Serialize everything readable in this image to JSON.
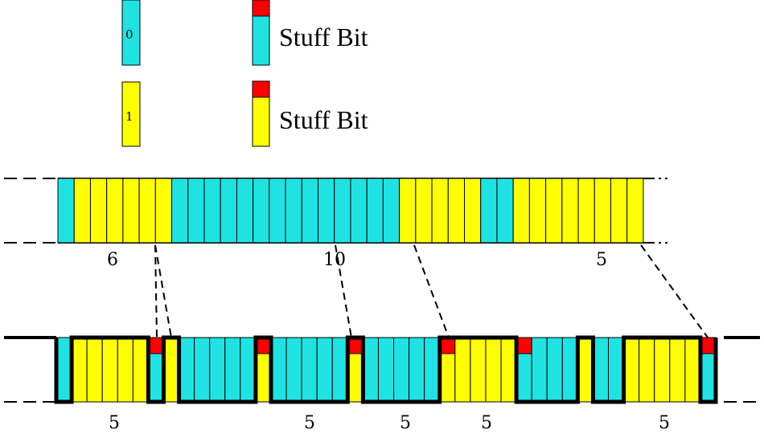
{
  "colors": {
    "zero": "#1fe3e3",
    "one": "#ffff00",
    "stuff": "#ff0000",
    "line": "#000000"
  },
  "legend": {
    "zero_digit": "0",
    "one_digit": "1",
    "stuff_label_zero": "Stuff Bit",
    "stuff_label_one": "Stuff Bit"
  },
  "original_stream": {
    "bits": [
      0,
      1,
      1,
      1,
      1,
      1,
      1,
      0,
      0,
      0,
      0,
      0,
      0,
      0,
      0,
      0,
      0,
      0,
      0,
      0,
      0,
      1,
      1,
      1,
      1,
      1,
      0,
      0,
      1,
      1,
      1,
      1,
      1,
      1,
      1,
      1
    ],
    "run_labels": [
      "6",
      "10",
      "5"
    ]
  },
  "stuffed_stream": {
    "bits": [
      0,
      1,
      1,
      1,
      1,
      1,
      0,
      1,
      0,
      0,
      0,
      0,
      0,
      1,
      0,
      0,
      0,
      0,
      0,
      1,
      0,
      0,
      0,
      0,
      0,
      1,
      1,
      1,
      1,
      1,
      0,
      0,
      0,
      0,
      1,
      0,
      0,
      1,
      1,
      1,
      1,
      1,
      0
    ],
    "stuff_positions": [
      6,
      13,
      19,
      25,
      30,
      42
    ],
    "run_labels": [
      "5",
      "5",
      "5",
      "5",
      "5"
    ]
  }
}
